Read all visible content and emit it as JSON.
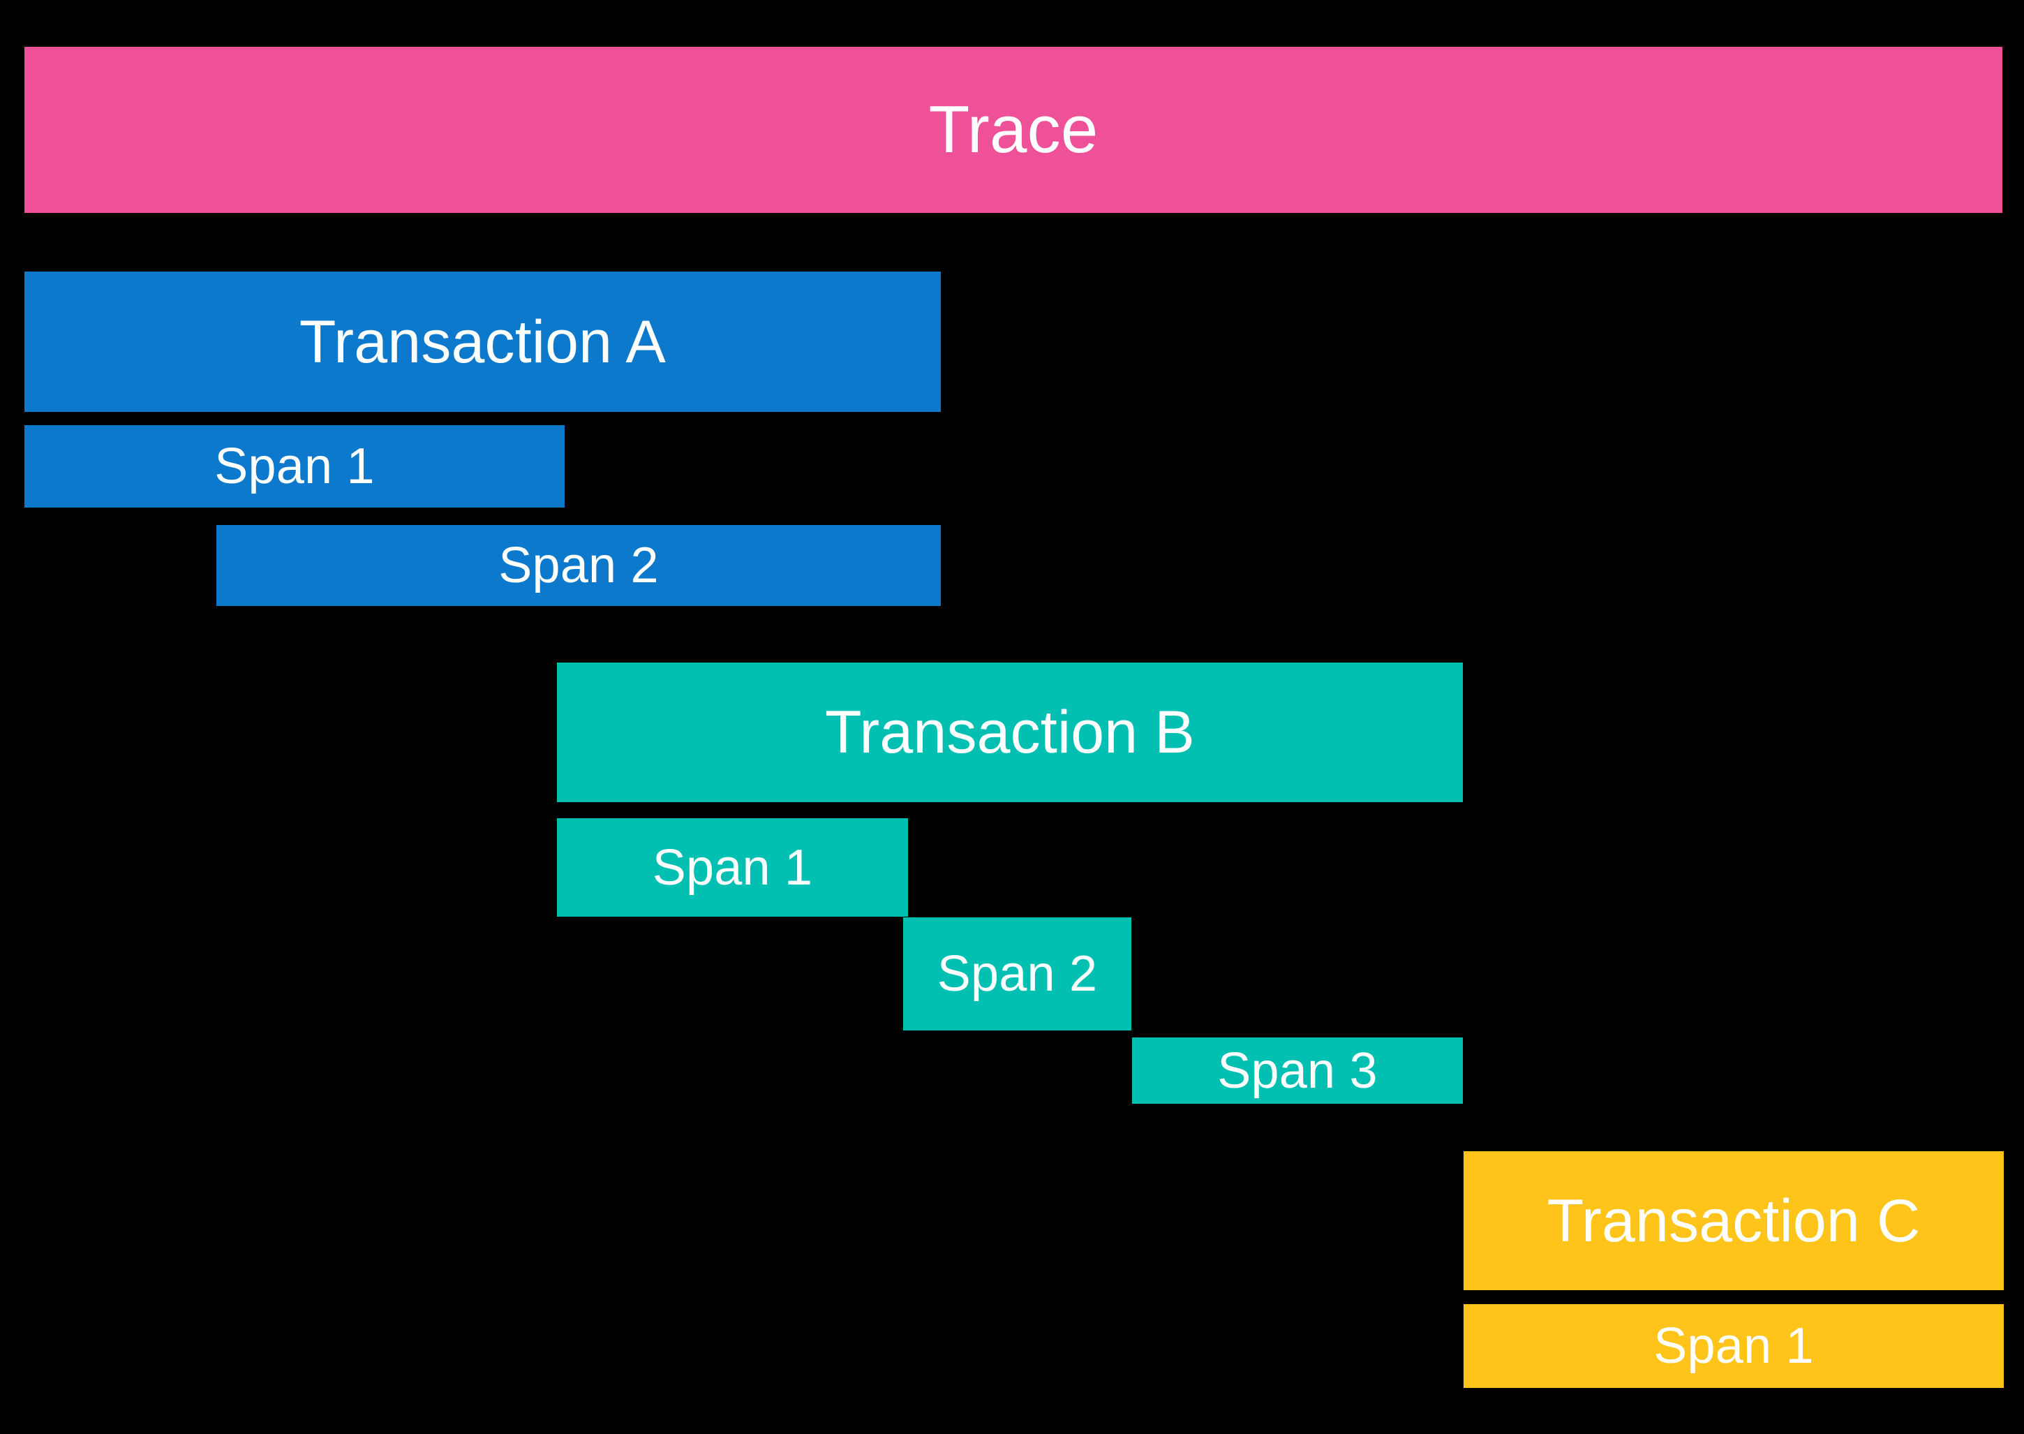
{
  "diagram": {
    "title": "Trace",
    "background_color": "#000000",
    "label_color": "#ffffff",
    "colors": {
      "trace": "#ee5197",
      "transaction_a": "#0c79cc",
      "transaction_b": "#02c0b1",
      "transaction_c": "#fec41a"
    },
    "trace": {
      "label": "Trace"
    },
    "transactions": [
      {
        "label": "Transaction A",
        "color": "#0c79cc",
        "spans": [
          {
            "label": "Span 1"
          },
          {
            "label": "Span 2"
          }
        ]
      },
      {
        "label": "Transaction B",
        "color": "#02c0b1",
        "spans": [
          {
            "label": "Span 1"
          },
          {
            "label": "Span 2"
          },
          {
            "label": "Span 3"
          }
        ]
      },
      {
        "label": "Transaction C",
        "color": "#fec41a",
        "spans": [
          {
            "label": "Span 1"
          }
        ]
      }
    ]
  }
}
